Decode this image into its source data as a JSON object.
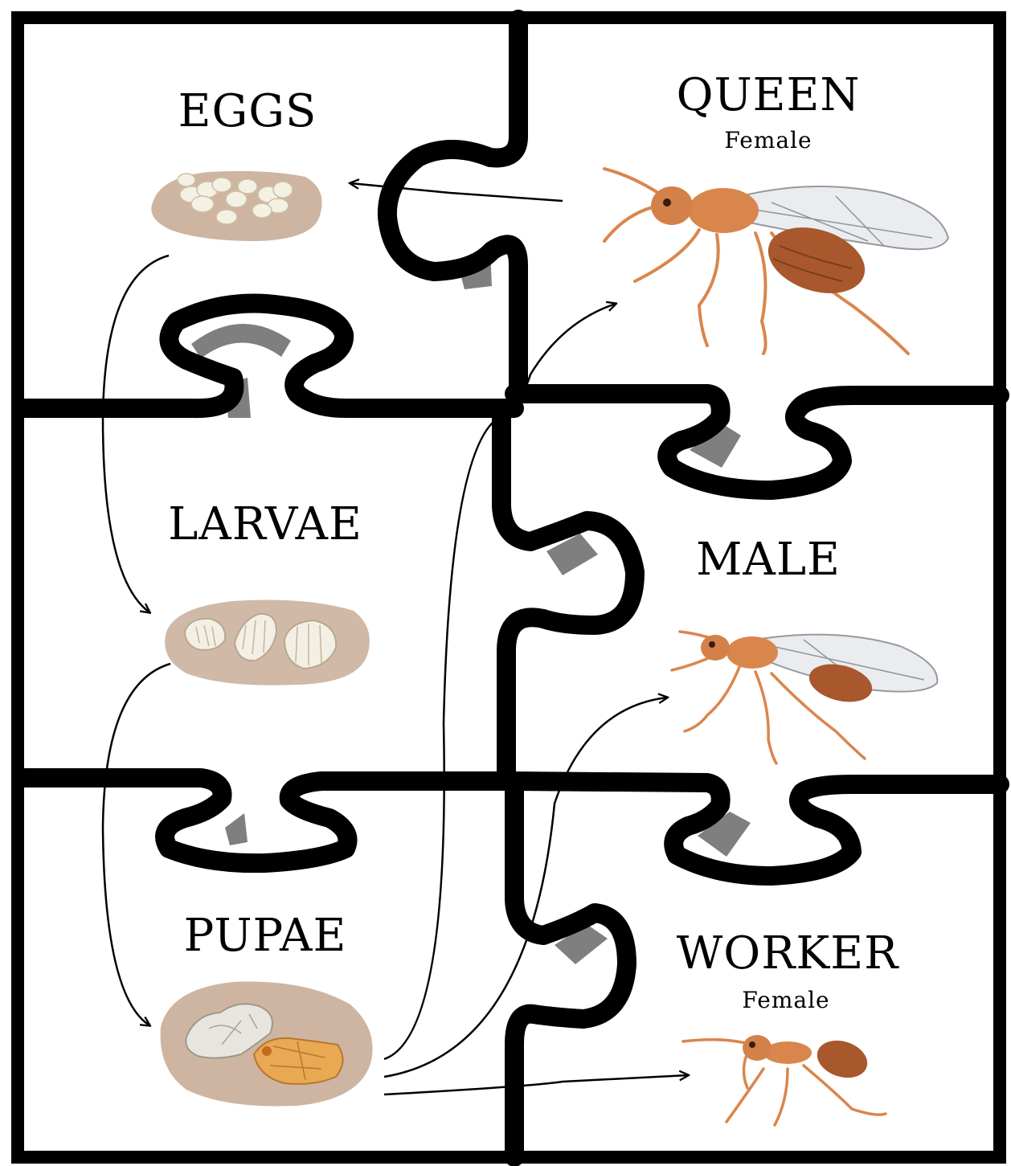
{
  "stages": {
    "eggs": "EGGS",
    "larvae": "LARVAE",
    "pupae": "PUPAE"
  },
  "castes": {
    "queen": {
      "label": "QUEEN",
      "sub": "Female"
    },
    "male": {
      "label": "MALE"
    },
    "worker": {
      "label": "WORKER",
      "sub": "Female"
    }
  },
  "colors": {
    "frame": "#000000",
    "shadow": "#7f7f7f",
    "nest": "#c9ad98",
    "egg": "#f4f0e3",
    "ant_body": "#d9864d",
    "ant_dark": "#a8582c",
    "wing": "#e9ecef"
  }
}
